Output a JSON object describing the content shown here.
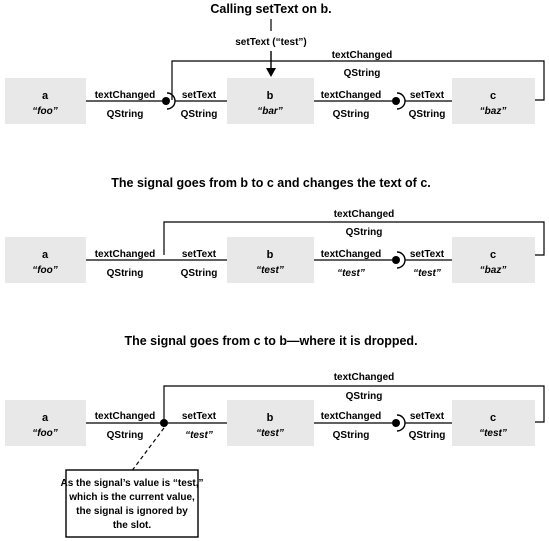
{
  "titles": {
    "t1": "Calling setText on b.",
    "t2": "The signal goes from b to c and changes the text of c.",
    "t3": "The signal goes from c to b—where it is dropped."
  },
  "call_label": "setText (“test”)",
  "labels": {
    "textChanged": "textChanged",
    "setText": "setText",
    "QString": "QString"
  },
  "objects": {
    "a": "a",
    "b": "b",
    "c": "c"
  },
  "rows": [
    {
      "a_val": "“foo”",
      "b_val": "“bar”",
      "c_val": "“baz”"
    },
    {
      "a_val": "“foo”",
      "b_val": "“test”",
      "c_val": "“baz”",
      "bc_value": "“test”",
      "c_slot_value": "“test”"
    },
    {
      "a_val": "“foo”",
      "b_val": "“test”",
      "c_val": "“test”",
      "b_slot_value": "“test”"
    }
  ],
  "note": {
    "line1": "As the signal’s value is “test,”",
    "line2": "which is the current value,",
    "line3": "the signal is ignored by",
    "line4": "the slot."
  }
}
